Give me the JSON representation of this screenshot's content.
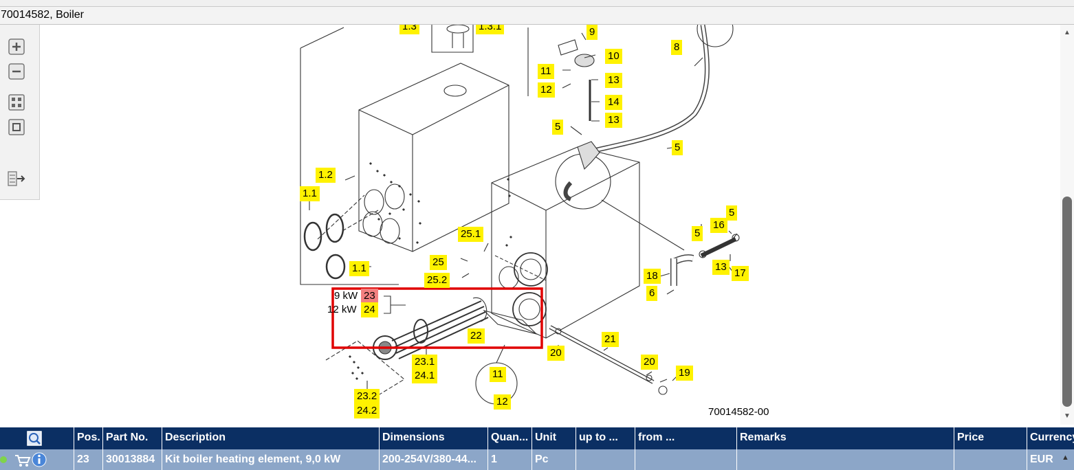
{
  "window": {
    "title": "70014582, Boiler"
  },
  "drawing": {
    "callouts": [
      "1.3",
      "1.3.1",
      "9",
      "10",
      "11",
      "12",
      "13",
      "14",
      "13",
      "8",
      "5",
      "5",
      "1.2",
      "1.1",
      "1.1",
      "25.1",
      "25",
      "25.2",
      "16",
      "5",
      "5",
      "13",
      "17",
      "18",
      "6",
      "23",
      "24",
      "22",
      "23.1",
      "24.1",
      "11",
      "12",
      "21",
      "20",
      "20",
      "19",
      "23.2",
      "24.2"
    ],
    "power_labels": [
      "9 kW",
      "12 kW"
    ],
    "drawing_number": "70014582-00",
    "highlight_callout": "23",
    "highlight_color": "#f28080",
    "callout_color": "#fff200",
    "selection_color": "#e00000"
  },
  "toolbar": {
    "icons": [
      "zoom-in-icon",
      "zoom-out-icon",
      "fit-page-icon",
      "actual-size-icon",
      "export-icon"
    ]
  },
  "table": {
    "columns": [
      "Pos.",
      "Part No.",
      "Description",
      "Dimensions",
      "Quan...",
      "Unit",
      "up to ...",
      "from ...",
      "Remarks",
      "Price",
      "Currency"
    ],
    "rows": [
      {
        "pos": "23",
        "part_no": "30013884",
        "description": "Kit boiler heating element, 9,0 kW",
        "dimensions": "200-254V/380-44...",
        "quantity": "1",
        "unit": "Pc",
        "up_to": "",
        "from": "",
        "remarks": "",
        "price": "",
        "currency": "EUR"
      }
    ],
    "header_color": "#0b2f63",
    "selected_row_color": "#8ca6c8"
  }
}
